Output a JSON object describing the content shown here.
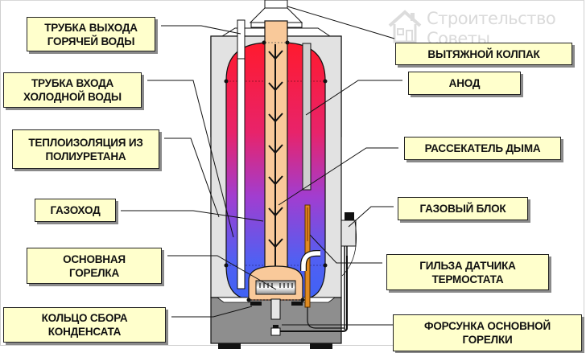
{
  "title": "Схема газового водонагревателя",
  "watermark": {
    "line1": "Строительство",
    "line2": "Советы",
    "icon": "house-icon"
  },
  "labels": {
    "hot_water_outlet": "ТРУБКА ВЫХОДА\nГОРЯЧЕЙ ВОДЫ",
    "cold_water_inlet": "ТРУБКА ВХОДА\nХОЛОДНОЙ ВОДЫ",
    "insulation": "ТЕПЛОИЗОЛЯЦИЯ ИЗ\nПОЛИУРЕТАНА",
    "flue": "ГАЗОХОД",
    "main_burner": "ОСНОВНАЯ\nГОРЕЛКА",
    "condensate_ring": "КОЛЬЦО СБОРА\nКОНДЕНСАТА",
    "exhaust_hood": "ВЫТЯЖНОЙ КОЛПАК",
    "anode": "АНОД",
    "smoke_diffuser": "РАССЕКАТЕЛЬ ДЫМА",
    "gas_block": "ГАЗОВЫЙ БЛОК",
    "thermostat_sleeve": "ГИЛЬЗА ДАТЧИКА\nТЕРМОСТАТА",
    "burner_nozzle": "ФОРСУНКА ОСНОВНОЙ\nГОРЕЛКИ"
  },
  "colors": {
    "label_fill": "#ffffcc",
    "hot_water": "#f0173a",
    "cold_water": "#4a63f0",
    "flue": "#f9c99a",
    "insulation": "#e2e2e2",
    "base": "#8c8c8c"
  }
}
